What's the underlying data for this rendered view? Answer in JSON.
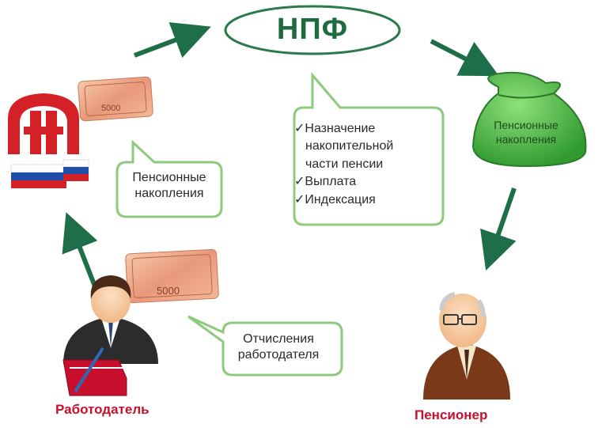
{
  "npf": {
    "title": "НПФ"
  },
  "bubbles": {
    "left": {
      "lines": [
        "Пенсионные",
        "накопления"
      ]
    },
    "center": {
      "items": [
        "✓Назначение",
        "накопительной",
        "части пенсии",
        "✓Выплата",
        "✓Индексация"
      ]
    },
    "bottom": {
      "lines": [
        "Отчисления",
        "работодателя"
      ]
    }
  },
  "bag": {
    "lines": [
      "Пенсионные",
      "накопления"
    ]
  },
  "actors": {
    "employer": "Работодатель",
    "pensioner": "Пенсионер"
  },
  "banknote": {
    "denomination": "5000"
  },
  "colors": {
    "arrow": "#1f6e4a",
    "bubble_border": "#8fc97c",
    "bag": "#4fb84a",
    "label": "#c8102e",
    "flag_blue": "#1f4fa8",
    "flag_red": "#d42027"
  },
  "icons": [
    "pfr-logo-icon",
    "russian-flag-icon",
    "banknote-stack-icon",
    "money-bag-icon",
    "employer-person-icon",
    "pensioner-person-icon",
    "folder-pen-icon"
  ]
}
